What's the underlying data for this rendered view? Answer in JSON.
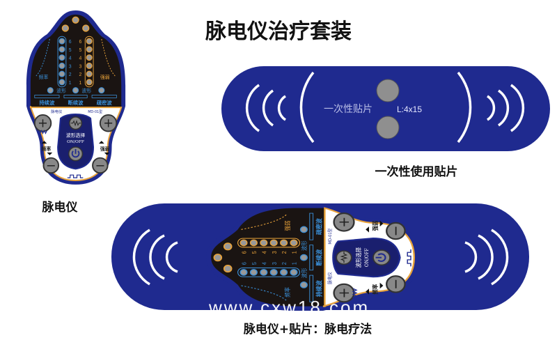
{
  "title": "脉电仪治疗套装",
  "captions": {
    "device": "脉电仪",
    "pad": "一次性使用贴片",
    "combo": "脉电仪+贴片：脉电疗法"
  },
  "pad": {
    "label": "一次性贴片",
    "size": "L:4x15"
  },
  "device": {
    "levels": [
      "6",
      "5",
      "4",
      "3",
      "2",
      "1"
    ],
    "frequency_label": "频率",
    "intensity_label": "强弱",
    "waveform_label": "波形",
    "waves": [
      "持续波",
      "断续波",
      "疏密波"
    ],
    "brand": "脉电仪",
    "model": "MD-01型",
    "select_label": "波形选择",
    "power_label": "ON/OFF",
    "plus": "+",
    "minus": "−"
  },
  "watermark": "www.cxw18.com",
  "colors": {
    "pad_blue": "#1f2a8f",
    "panel_black": "#1a1412",
    "accent_orange": "#e8a23a",
    "accent_blue": "#3a8fd8",
    "button_grey": "#8a8a8a"
  }
}
